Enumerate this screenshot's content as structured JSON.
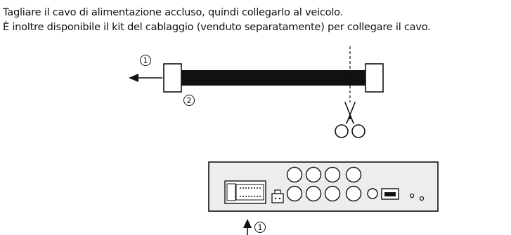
{
  "instructions": {
    "line1": "Tagliare il cavo di alimentazione accluso, quindi collegarlo al veicolo.",
    "line2": "È inoltre disponibile il kit del cablaggio (venduto separatamente) per collegare il cavo."
  },
  "callouts": {
    "one": "1",
    "two": "2"
  },
  "icons": {
    "cut_tool": "scissors-icon",
    "direction": "arrow-left-icon",
    "insert_direction": "arrow-up-icon"
  },
  "colors": {
    "line": "#111111",
    "cable": "#111111",
    "device_fill": "#ededed"
  }
}
